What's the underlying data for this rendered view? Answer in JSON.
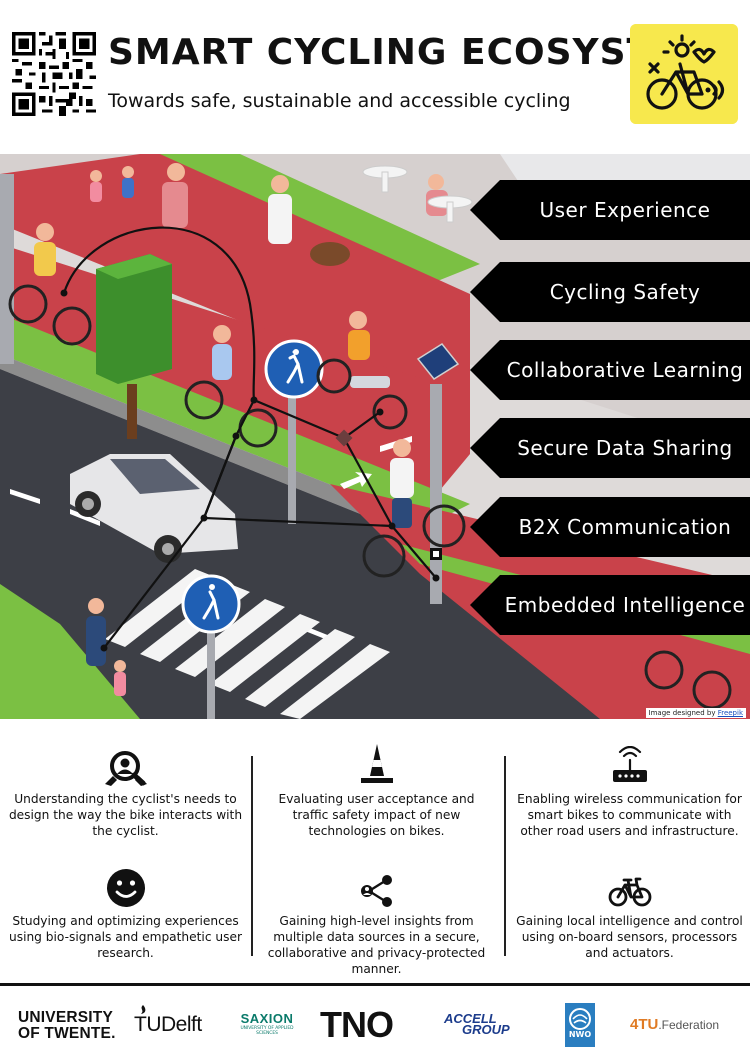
{
  "header": {
    "title": "SMART CYCLING ECOSYSTEM",
    "subtitle": "Towards safe, sustainable and accessible cycling"
  },
  "tags": [
    {
      "label": "User Experience"
    },
    {
      "label": "Cycling Safety"
    },
    {
      "label": "Collaborative Learning"
    },
    {
      "label": "Secure Data Sharing"
    },
    {
      "label": "B2X Communication"
    },
    {
      "label": "Embedded Intelligence"
    }
  ],
  "credit": {
    "prefix": "Image designed by ",
    "link": "Freepik"
  },
  "features": [
    {
      "icon": "user-search-icon",
      "text": "Understanding the cyclist's needs to design the way the bike interacts with the cyclist."
    },
    {
      "icon": "traffic-cone-icon",
      "text": "Evaluating user acceptance and traffic safety impact of new technologies on bikes."
    },
    {
      "icon": "wireless-router-icon",
      "text": "Enabling wireless communication for smart bikes to communicate with other road users and infrastructure."
    },
    {
      "icon": "smiley-icon",
      "text": "Studying and optimizing experiences using bio-signals and empathetic user research."
    },
    {
      "icon": "share-network-icon",
      "text": "Gaining high-level insights from multiple data sources in a secure, collaborative and privacy-protected manner."
    },
    {
      "icon": "bicycle-icon",
      "text": "Gaining local intelligence and control using on-board sensors, processors and actuators."
    }
  ],
  "partners": {
    "twente_line1": "UNIVERSITY",
    "twente_line2": "OF TWENTE.",
    "delft": "TUDelft",
    "saxion": "SAXION",
    "saxion_sub": "UNIVERSITY OF APPLIED SCIENCES",
    "tno": "TNO",
    "accell_line1": "ACCELL",
    "accell_line2": "GROUP",
    "nwo": "NWO",
    "fourtu_a": "4TU",
    "fourtu_b": ".Federation"
  },
  "colors": {
    "tag_bg": "#000000",
    "badge": "#f7e84d",
    "bike_lane": "#c9424a",
    "road": "#3d3f46",
    "grass": "#7bc043",
    "sidewalk": "#d6d0cf",
    "fourtu": "#e07b24",
    "accell": "#1c3c8c",
    "nwo": "#2a7ec0"
  }
}
